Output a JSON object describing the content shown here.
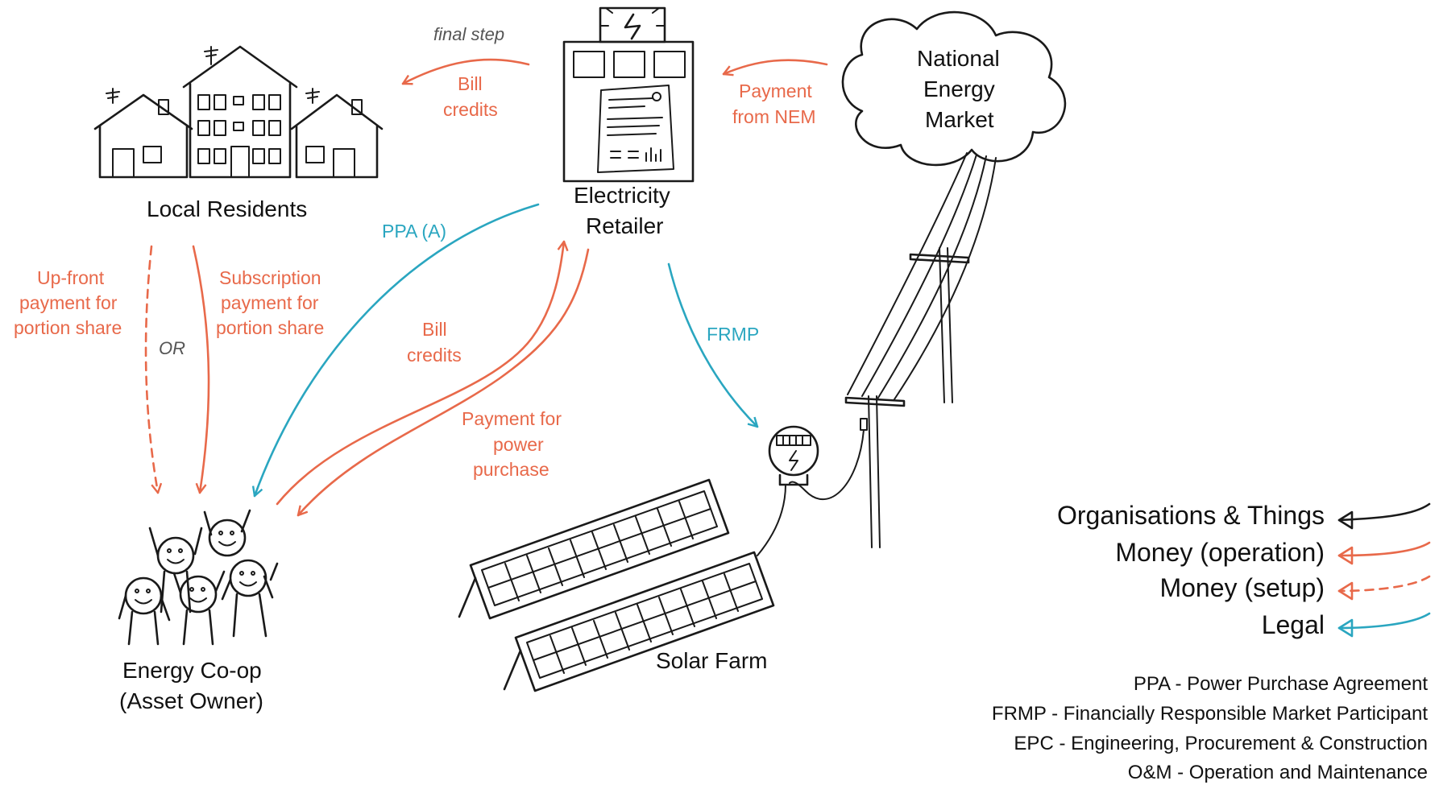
{
  "nodes": {
    "local_residents": "Local Residents",
    "retailer_line1": "Electricity",
    "retailer_line2": "Retailer",
    "nem_line1": "National",
    "nem_line2": "Energy",
    "nem_line3": "Market",
    "coop_line1": "Energy Co-op",
    "coop_line2": "(Asset Owner)",
    "solar_farm": "Solar Farm"
  },
  "flows": {
    "final_step": "final step",
    "bill_credits_top_1": "Bill",
    "bill_credits_top_2": "credits",
    "payment_nem_1": "Payment",
    "payment_nem_2": "from NEM",
    "ppa": "PPA (A)",
    "upfront_1": "Up-front",
    "upfront_2": "payment for",
    "upfront_3": "portion share",
    "or": "OR",
    "subscription_1": "Subscription",
    "subscription_2": "payment for",
    "subscription_3": "portion share",
    "bill_credits_mid_1": "Bill",
    "bill_credits_mid_2": "credits",
    "payment_power_1": "Payment for",
    "payment_power_2": "power",
    "payment_power_3": "purchase",
    "frmp": "FRMP"
  },
  "legend": {
    "items": [
      {
        "label": "Organisations & Things",
        "color": "#1a1a1a",
        "style": "solid"
      },
      {
        "label": "Money (operation)",
        "color": "#e8694a",
        "style": "solid"
      },
      {
        "label": "Money (setup)",
        "color": "#e8694a",
        "style": "dashed"
      },
      {
        "label": "Legal",
        "color": "#2aa6c0",
        "style": "solid"
      }
    ]
  },
  "abbreviations": [
    "PPA - Power Purchase Agreement",
    "FRMP - Financially Responsible Market Participant",
    "EPC - Engineering, Procurement & Construction",
    "O&M - Operation and Maintenance"
  ],
  "colors": {
    "money": "#e8694a",
    "legal": "#2aa6c0",
    "ink": "#1a1a1a"
  }
}
